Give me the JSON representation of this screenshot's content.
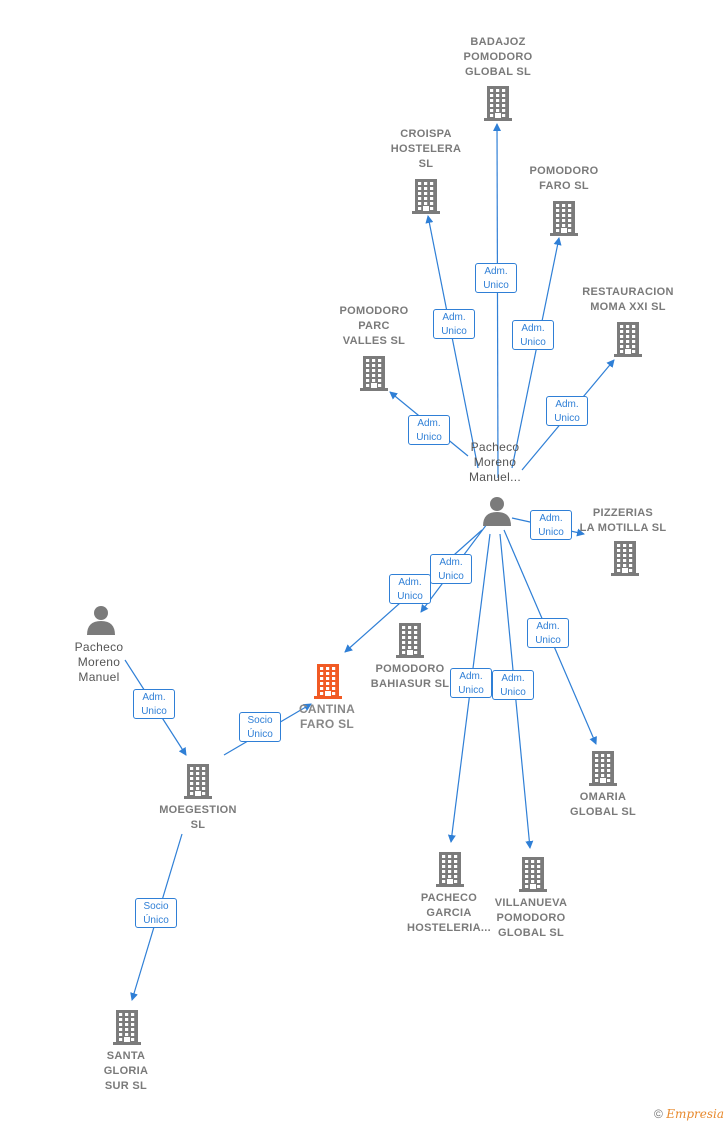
{
  "colors": {
    "edge": "#2f7fd6",
    "building": "#7b7b7b",
    "focus": "#f15a24",
    "person": "#7b7b7b"
  },
  "nodes": [
    {
      "id": "badajoz",
      "label": "BADAJOZ\nPOMODORO\nGLOBAL  SL",
      "type": "company"
    },
    {
      "id": "croispa",
      "label": "CROISPA\nHOSTELERA\nSL",
      "type": "company"
    },
    {
      "id": "pomfaro",
      "label": "POMODORO\nFARO  SL",
      "type": "company"
    },
    {
      "id": "restauracion",
      "label": "RESTAURACION\nMOMA XXI  SL",
      "type": "company"
    },
    {
      "id": "pomparc",
      "label": "POMODORO\nPARC\nVALLES  SL",
      "type": "company"
    },
    {
      "id": "pacheco_main",
      "label": "Pacheco\nMoreno\nManuel...",
      "type": "person"
    },
    {
      "id": "pizzerias",
      "label": "PIZZERIAS\nLA MOTILLA SL",
      "type": "company"
    },
    {
      "id": "bahiasur",
      "label": "POMODORO\nBAHIASUR  SL",
      "type": "company"
    },
    {
      "id": "cantina",
      "label": "CANTINA\nFARO  SL",
      "type": "focus"
    },
    {
      "id": "pacheco2",
      "label": "Pacheco\nMoreno\nManuel",
      "type": "person"
    },
    {
      "id": "moegestion",
      "label": "MOEGESTION\nSL",
      "type": "company"
    },
    {
      "id": "omaria",
      "label": "OMARIA\nGLOBAL  SL",
      "type": "company"
    },
    {
      "id": "garcia",
      "label": "PACHECO\nGARCIA\nHOSTELERIA...",
      "type": "company"
    },
    {
      "id": "villanueva",
      "label": "VILLANUEVA\nPOMODORO\nGLOBAL  SL",
      "type": "company"
    },
    {
      "id": "santagloria",
      "label": "SANTA\nGLORIA\nSUR  SL",
      "type": "company"
    }
  ],
  "edges": [
    {
      "id": "e1",
      "label": "Adm.\nUnico"
    },
    {
      "id": "e2",
      "label": "Adm.\nUnico"
    },
    {
      "id": "e3",
      "label": "Adm.\nUnico"
    },
    {
      "id": "e4",
      "label": "Adm.\nUnico"
    },
    {
      "id": "e5",
      "label": "Adm.\nUnico"
    },
    {
      "id": "e6",
      "label": "Adm.\nUnico"
    },
    {
      "id": "e7",
      "label": "Adm.\nUnico"
    },
    {
      "id": "e8",
      "label": "Adm.\nUnico"
    },
    {
      "id": "e9",
      "label": "Adm.\nUnico"
    },
    {
      "id": "e10",
      "label": "Adm.\nUnico"
    },
    {
      "id": "e11",
      "label": "Adm.\nUnico"
    },
    {
      "id": "e12",
      "label": "Adm.\nUnico"
    },
    {
      "id": "e13",
      "label": "Adm.\nUnico"
    },
    {
      "id": "e14",
      "label": "Socio\nÚnico"
    },
    {
      "id": "e15",
      "label": "Socio\nÚnico"
    }
  ],
  "footer": {
    "copyright_symbol": "©",
    "brand": "Empresia"
  }
}
